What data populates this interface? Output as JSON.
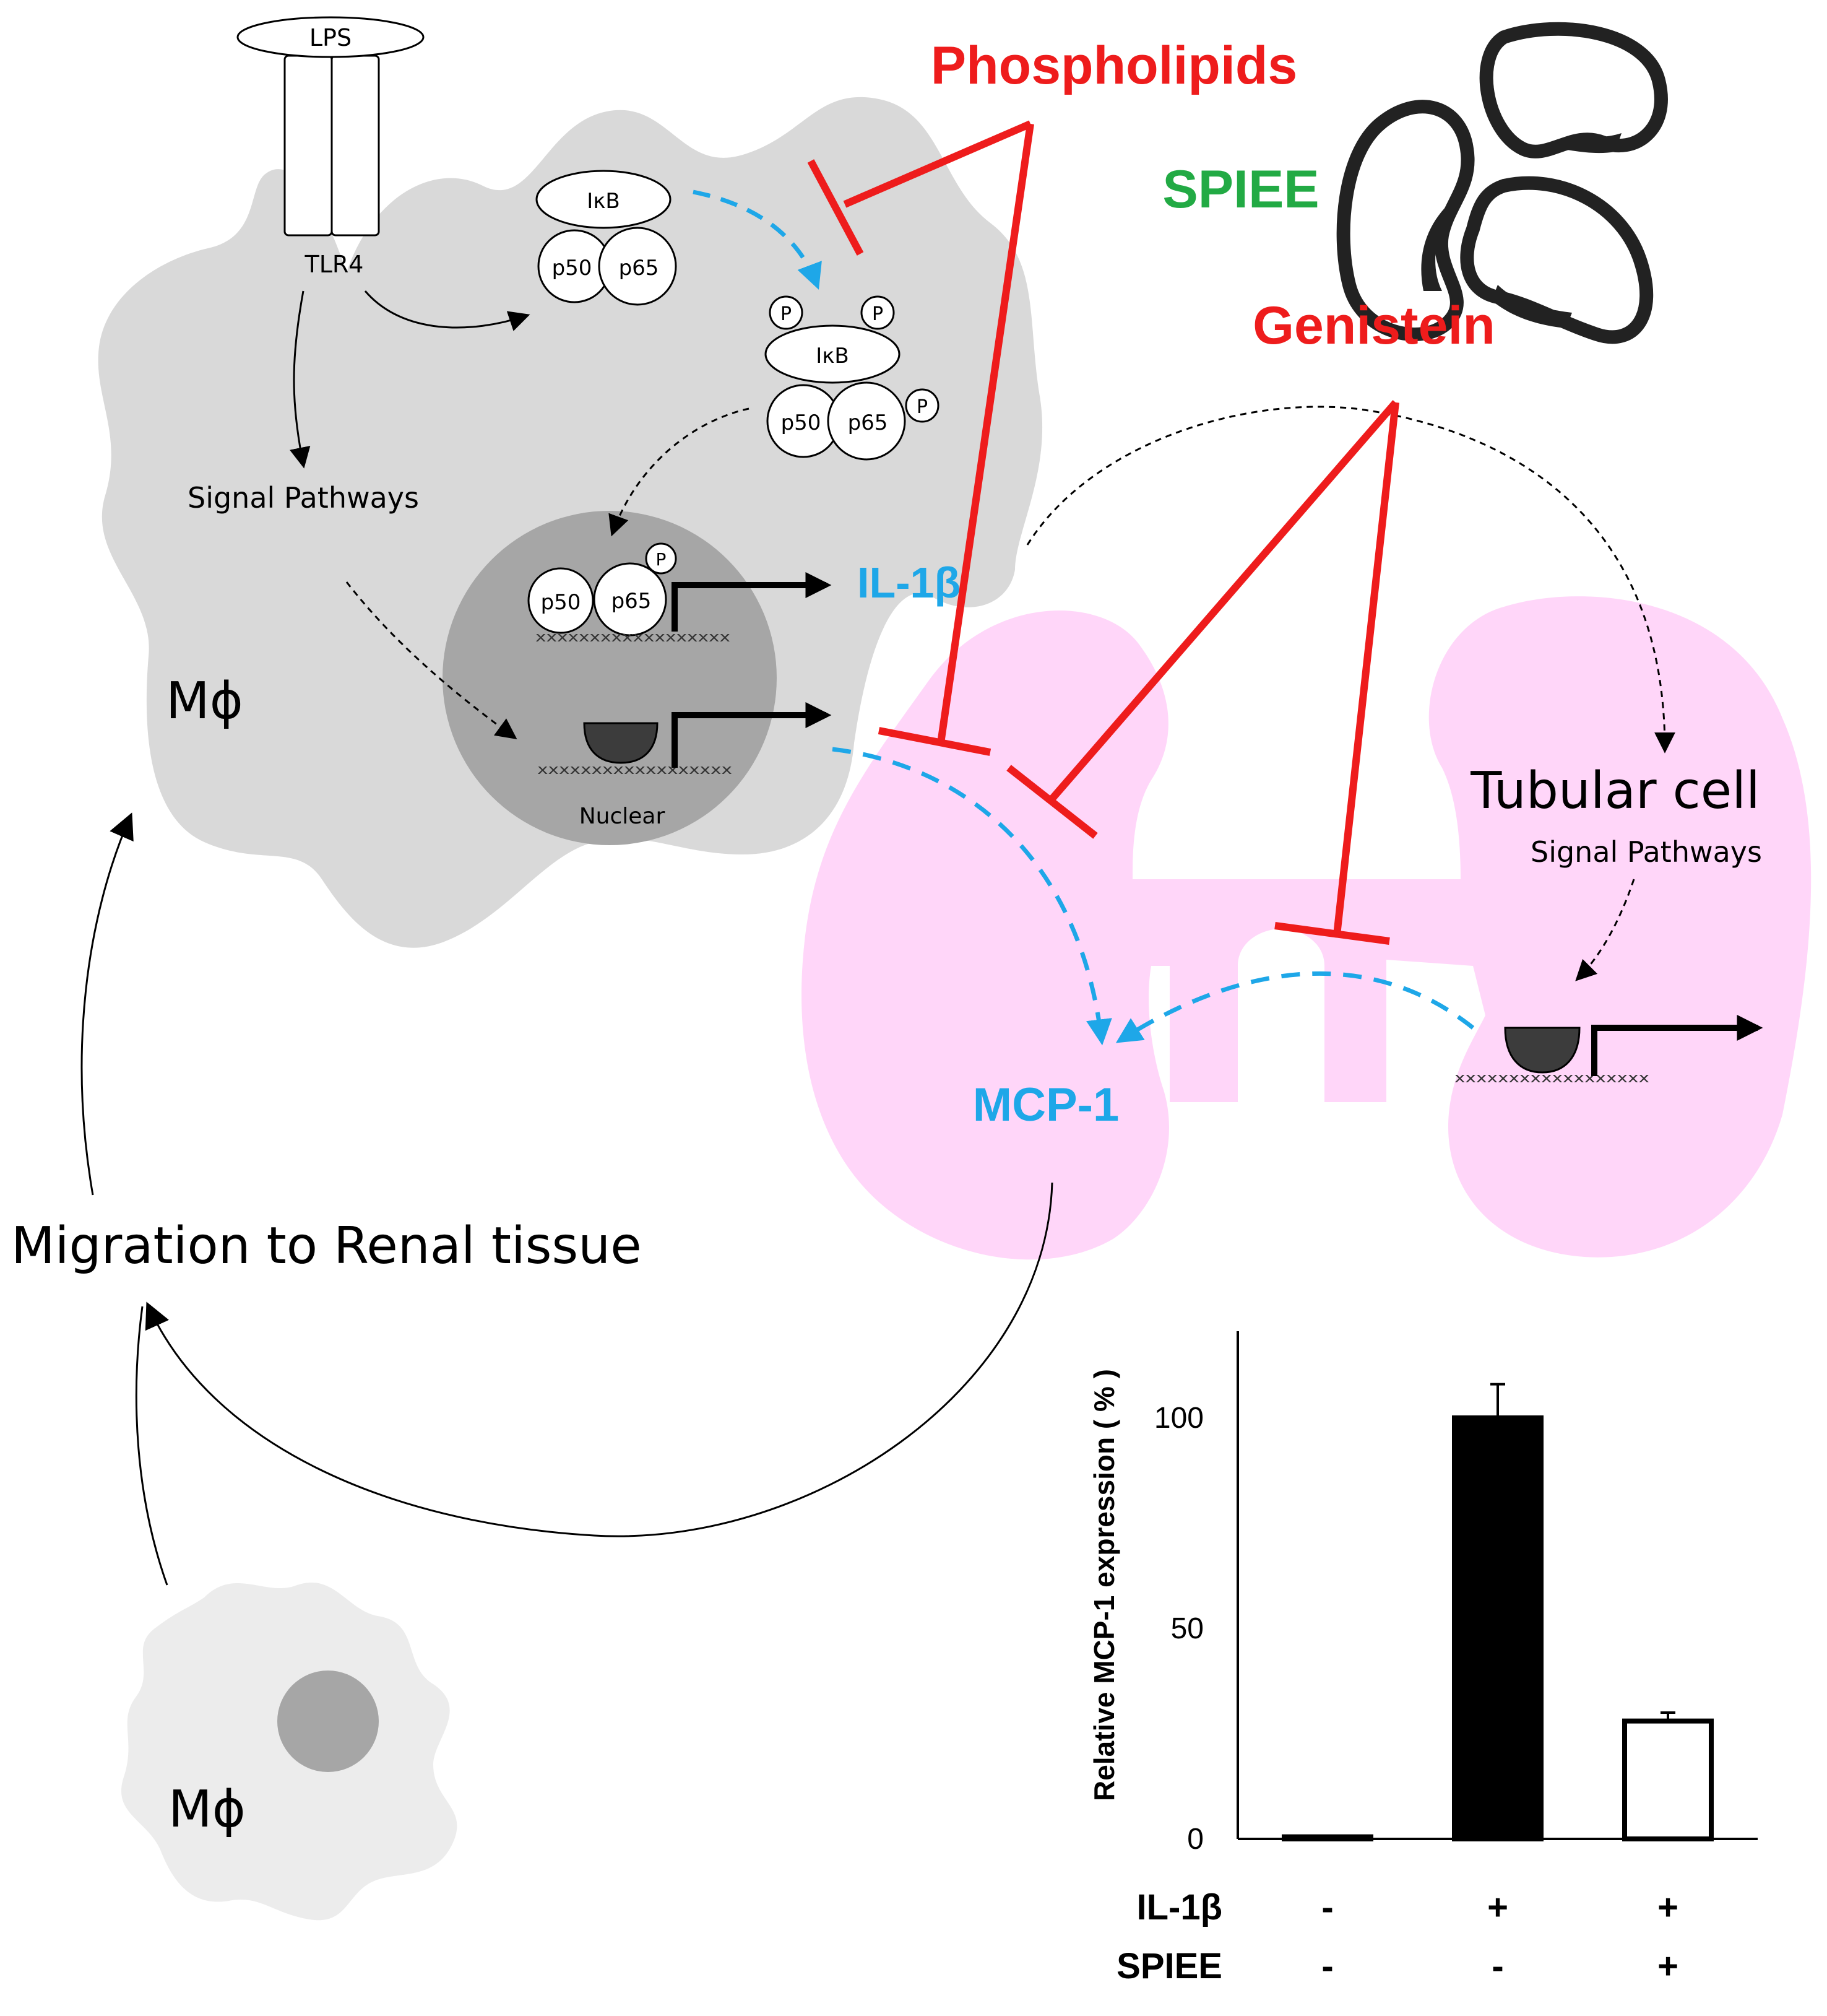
{
  "labels": {
    "lps": "LPS",
    "tlr4": "TLR4",
    "ikb": "IκB",
    "p50": "p50",
    "p65": "p65",
    "phospho": "P",
    "signal_pathways_mac": "Signal Pathways",
    "il1b": "IL-1β",
    "macrophage": "Mϕ",
    "nuclear": "Nuclear",
    "mcp1": "MCP-1",
    "tubular_cell": "Tubular cell",
    "signal_pathways_tub": "Signal Pathways",
    "migration": "Migration to Renal tissue",
    "macrophage_small": "Mϕ",
    "dna_marks": "xxxxxxxxxxxxxxxxxx"
  },
  "inhibitors": {
    "phospholipids": "Phospholipids",
    "spiee": "SPIEE",
    "genistein": "Genistein"
  },
  "colors": {
    "inhibitor_red": "#ee1c1c",
    "spiee_green": "#22aa44",
    "cyan": "#1ea7e8",
    "macrophage_gray": "#d9d9d9",
    "nucleus_gray": "#a6a6a6",
    "kidney_pink": "#ffd6f9",
    "small_mac_gray": "#ececec"
  },
  "chart_data": {
    "type": "bar",
    "ylabel": "Relative MCP-1 expression ( % )",
    "yticks": [
      "0",
      "50",
      "100"
    ],
    "ylim": [
      0,
      120
    ],
    "categories": [
      "control",
      "IL-1β",
      "IL-1β + SPIEE"
    ],
    "values": [
      0.5,
      100,
      28
    ],
    "errors": [
      0,
      8,
      2
    ],
    "bar_fill": [
      "#000000",
      "#000000",
      "#ffffff"
    ],
    "conditions": [
      {
        "name": "IL-1β",
        "marks": [
          "-",
          "+",
          "+"
        ]
      },
      {
        "name": "SPIEE",
        "marks": [
          "-",
          "-",
          "+"
        ]
      }
    ]
  }
}
